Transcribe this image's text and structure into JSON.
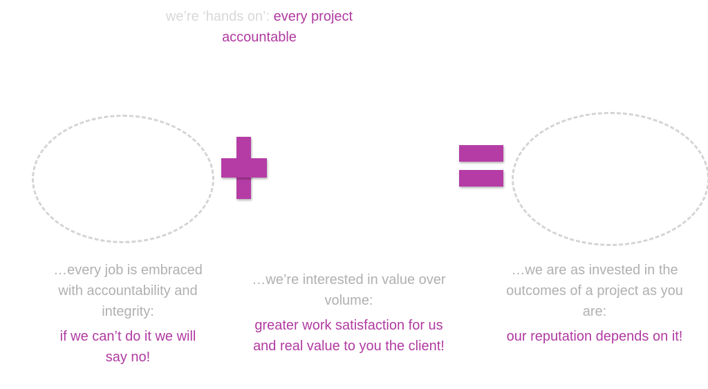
{
  "header": {
    "lead": "we’re ‘hands on’: ",
    "highlight": "every project",
    "line2": "accountable"
  },
  "columns": [
    {
      "intro": "…every job is embraced with accountability and integrity:",
      "punch": "if we can’t do it we will say no!"
    },
    {
      "intro": "…we’re interested in value over volume:",
      "punch": "greater work satisfaction for us and real value to you the client!"
    },
    {
      "intro": "…we are as invested in the outcomes of a project as you are:",
      "punch": "our reputation depends on it!"
    }
  ],
  "colors": {
    "accent": "#b53ca5",
    "text_gray": "#b0b0b0"
  }
}
